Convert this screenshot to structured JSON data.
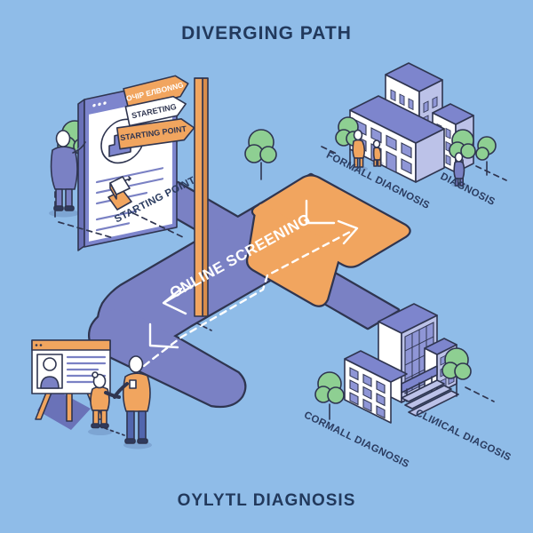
{
  "titles": {
    "top": "DIVERGING PATH",
    "bottom": "OYLYTL DIAGNOSIS"
  },
  "signpost": {
    "sign1": "OЧIP EЛBONNG",
    "sign2": "STARETING",
    "sign3": "STARTING POINT"
  },
  "labels": {
    "starting_point": "STARTING POINT",
    "online_screening": "ONLINE SCREENING",
    "formall_diagnosis": "FORMALL DIAGNOSIS",
    "diagnosis": "DIAGNOSIS",
    "cormall_diagnosis": "CORMALL DIAGNOSIS",
    "clinical_diagnosis": "CLIИICAL DIAGOSIS"
  },
  "icons": {
    "route_arrow_sw": "arrow pointing down-left on road",
    "route_arrow_ne": "arrow pointing up-right on road",
    "podium_arrow": "arrow on kiosk"
  },
  "theme": {
    "bg": "#8fbce8",
    "road": "#7a81c4",
    "road_dark": "#6a72b8",
    "orange": "#f1a55f",
    "line": "#2f3550",
    "title": "#22395c",
    "label": "#2b3c60",
    "roof": "#7d85cd",
    "bldgside": "#bcc2e8",
    "win": "#8f96d6",
    "tree": "#8ecf92"
  }
}
